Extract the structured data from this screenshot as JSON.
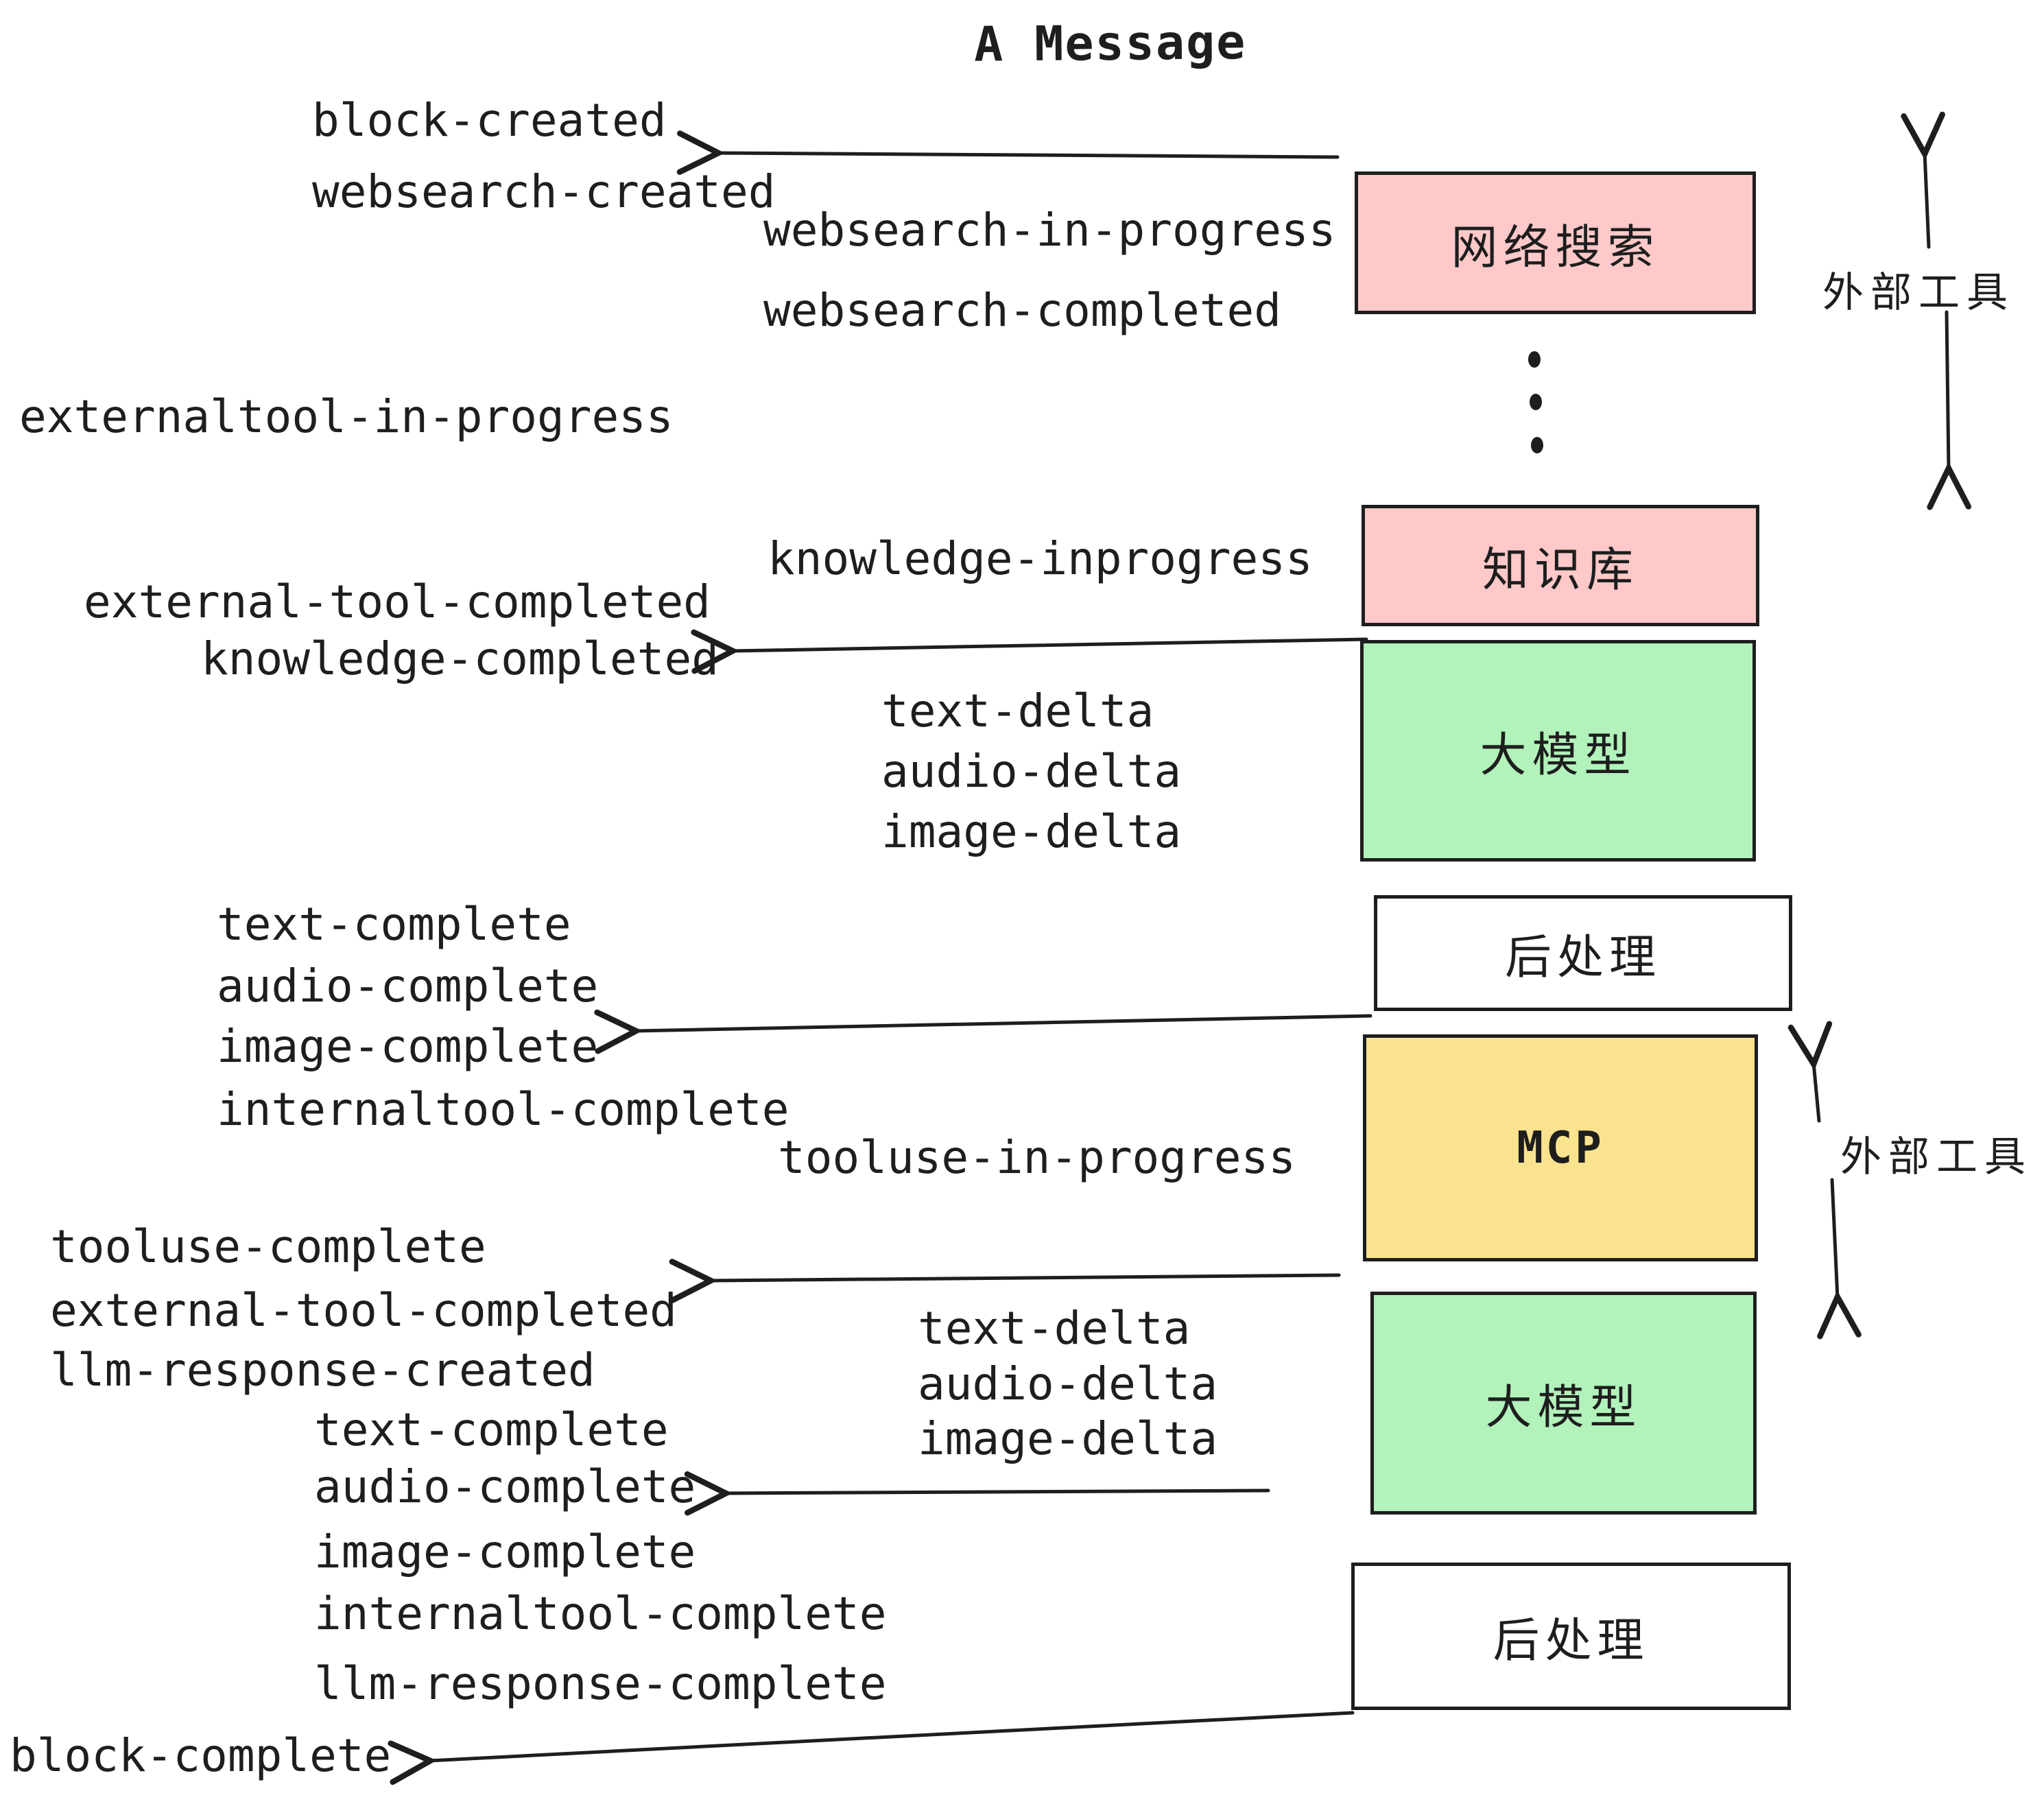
{
  "title": "A Message",
  "boxes": {
    "websearch": "网络搜索",
    "knowledge": "知识库",
    "llm_1": "大模型",
    "post_1": "后处理",
    "mcp": "MCP",
    "llm_2": "大模型",
    "post_2": "后处理"
  },
  "side_labels": {
    "external_tools_top": "外部工具",
    "external_tools_mid": "外部工具"
  },
  "events": {
    "block_created": "block-created",
    "websearch_created": "websearch-created",
    "websearch_in_progress": "websearch-in-progress",
    "websearch_completed": "websearch-completed",
    "externaltool_in_progress": "externaltool-in-progress",
    "knowledge_inprogress": "knowledge-inprogress",
    "external_tool_completed_1": "external-tool-completed",
    "knowledge_completed": "knowledge-completed",
    "text_delta_1": "text-delta",
    "audio_delta_1": "audio-delta",
    "image_delta_1": "image-delta",
    "text_complete_1": "text-complete",
    "audio_complete_1": "audio-complete",
    "image_complete_1": "image-complete",
    "internaltool_complete_1": "internaltool-complete",
    "tooluse_in_progress": "tooluse-in-progress",
    "tooluse_complete": "tooluse-complete",
    "external_tool_completed_2": "external-tool-completed",
    "llm_response_created": "llm-response-created",
    "text_delta_2": "text-delta",
    "audio_delta_2": "audio-delta",
    "image_delta_2": "image-delta",
    "text_complete_2": "text-complete",
    "audio_complete_2": "audio-complete",
    "image_complete_2": "image-complete",
    "internaltool_complete_2": "internaltool-complete",
    "llm_response_complete": "llm-response-complete",
    "block_complete": "block-complete"
  },
  "colors": {
    "ink": "#1e1e1e",
    "pink": "#ffc9c9",
    "green": "#b2f2bb",
    "yellow": "#fae38e",
    "white": "#ffffff"
  }
}
